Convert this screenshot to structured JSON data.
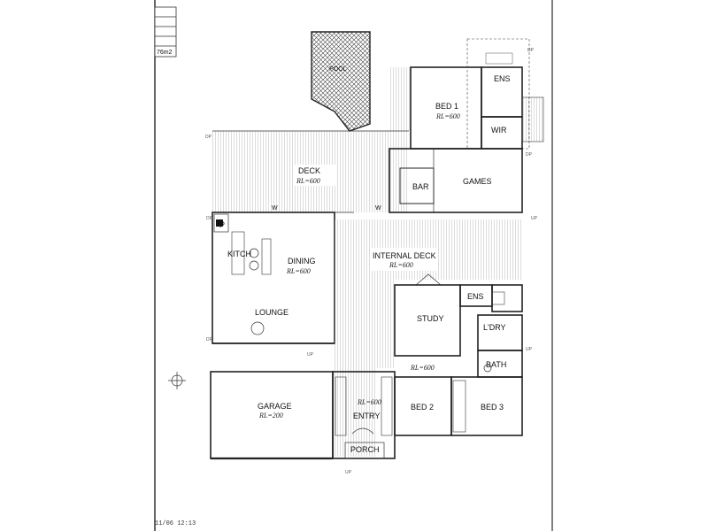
{
  "area_table": [
    "",
    "",
    "",
    "",
    "76m2"
  ],
  "rooms": {
    "pool": "POOL",
    "bed1": "BED 1",
    "bed1_rl": "RL=600",
    "ens_top": "ENS",
    "wir": "WIR",
    "deck": "DECK",
    "deck_rl": "RL=600",
    "bar": "BAR",
    "games": "GAMES",
    "kitch": "KITCH",
    "pantry": "P",
    "dining": "DINING",
    "dining_rl": "RL=600",
    "lounge": "LOUNGE",
    "internal_deck": "INTERNAL DECK",
    "internal_deck_rl": "RL=600",
    "study": "STUDY",
    "ens_mid": "ENS",
    "ldry": "L'DRY",
    "bath": "BATH",
    "hall_rl": "RL=600",
    "bed2": "BED 2",
    "bed3": "BED 3",
    "garage": "GARAGE",
    "garage_rl": "RL=200",
    "entry": "ENTRY",
    "entry_rl": "RL=600",
    "porch": "PORCH"
  },
  "markers": {
    "dp": "DP",
    "up": "UP",
    "w": "W"
  },
  "timestamp": "11/06 12:13"
}
